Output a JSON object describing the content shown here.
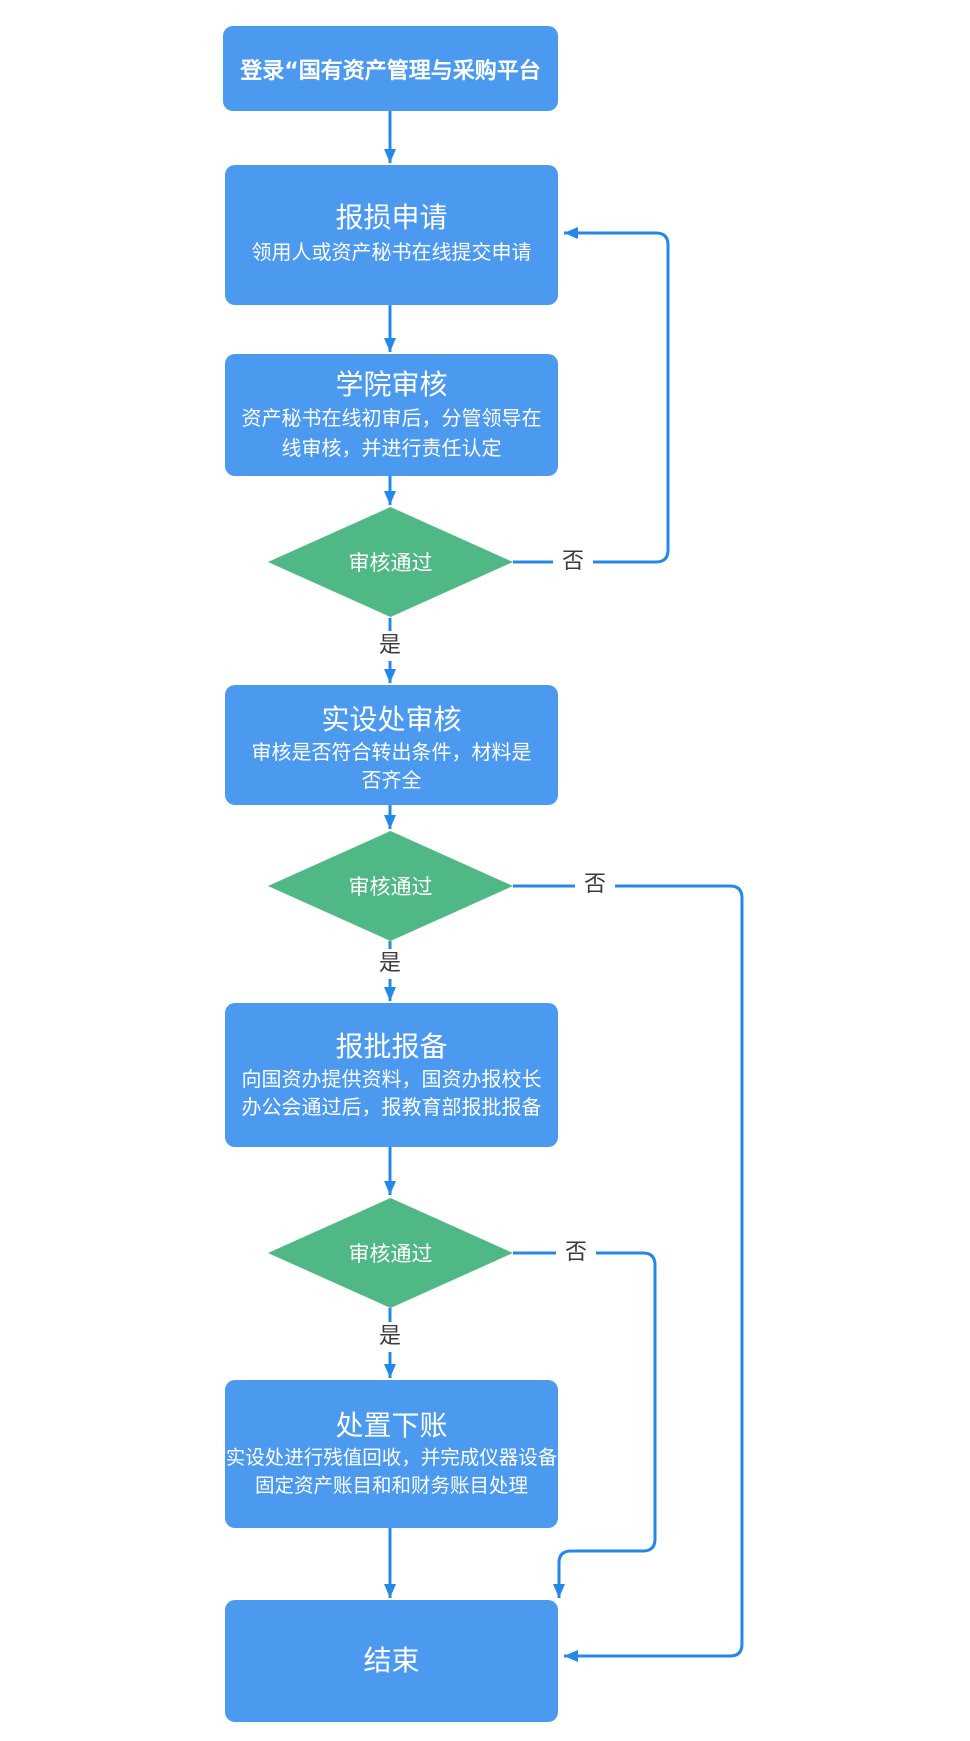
{
  "flowchart": {
    "colors": {
      "process_fill": "#4C9AF0",
      "decision_fill": "#4FB885",
      "connector": "#2488E9",
      "label_text": "#3B3B3B",
      "node_text": "#FFFFFF",
      "background": "#FFFFFF"
    },
    "nodes": {
      "login": {
        "title": "登录“国有资产管理与采购平台"
      },
      "loss_apply": {
        "title": "报损申请",
        "subtitle": "领用人或资产秘书在线提交申请"
      },
      "college_review": {
        "title": "学院审核",
        "line1": "资产秘书在线初审后，分管领导在",
        "line2": "线审核，并进行责任认定"
      },
      "decision_college": {
        "label": "审核通过"
      },
      "dept_review": {
        "title": "实设处审核",
        "line1": "审核是否符合转出条件，材料是",
        "line2": "否齐全"
      },
      "decision_dept": {
        "label": "审核通过"
      },
      "approval_filing": {
        "title": "报批报备",
        "line1": "向国资办提供资料，国资办报校长",
        "line2": "办公会通过后，报教育部报批报备"
      },
      "decision_approval": {
        "label": "审核通过"
      },
      "disposal": {
        "title": "处置下账",
        "line1": "实设处进行残值回收，并完成仪器设备",
        "line2": "固定资产账目和和财务账目处理"
      },
      "end": {
        "title": "结束"
      }
    },
    "edge_labels": {
      "yes": "是",
      "no": "否"
    }
  }
}
